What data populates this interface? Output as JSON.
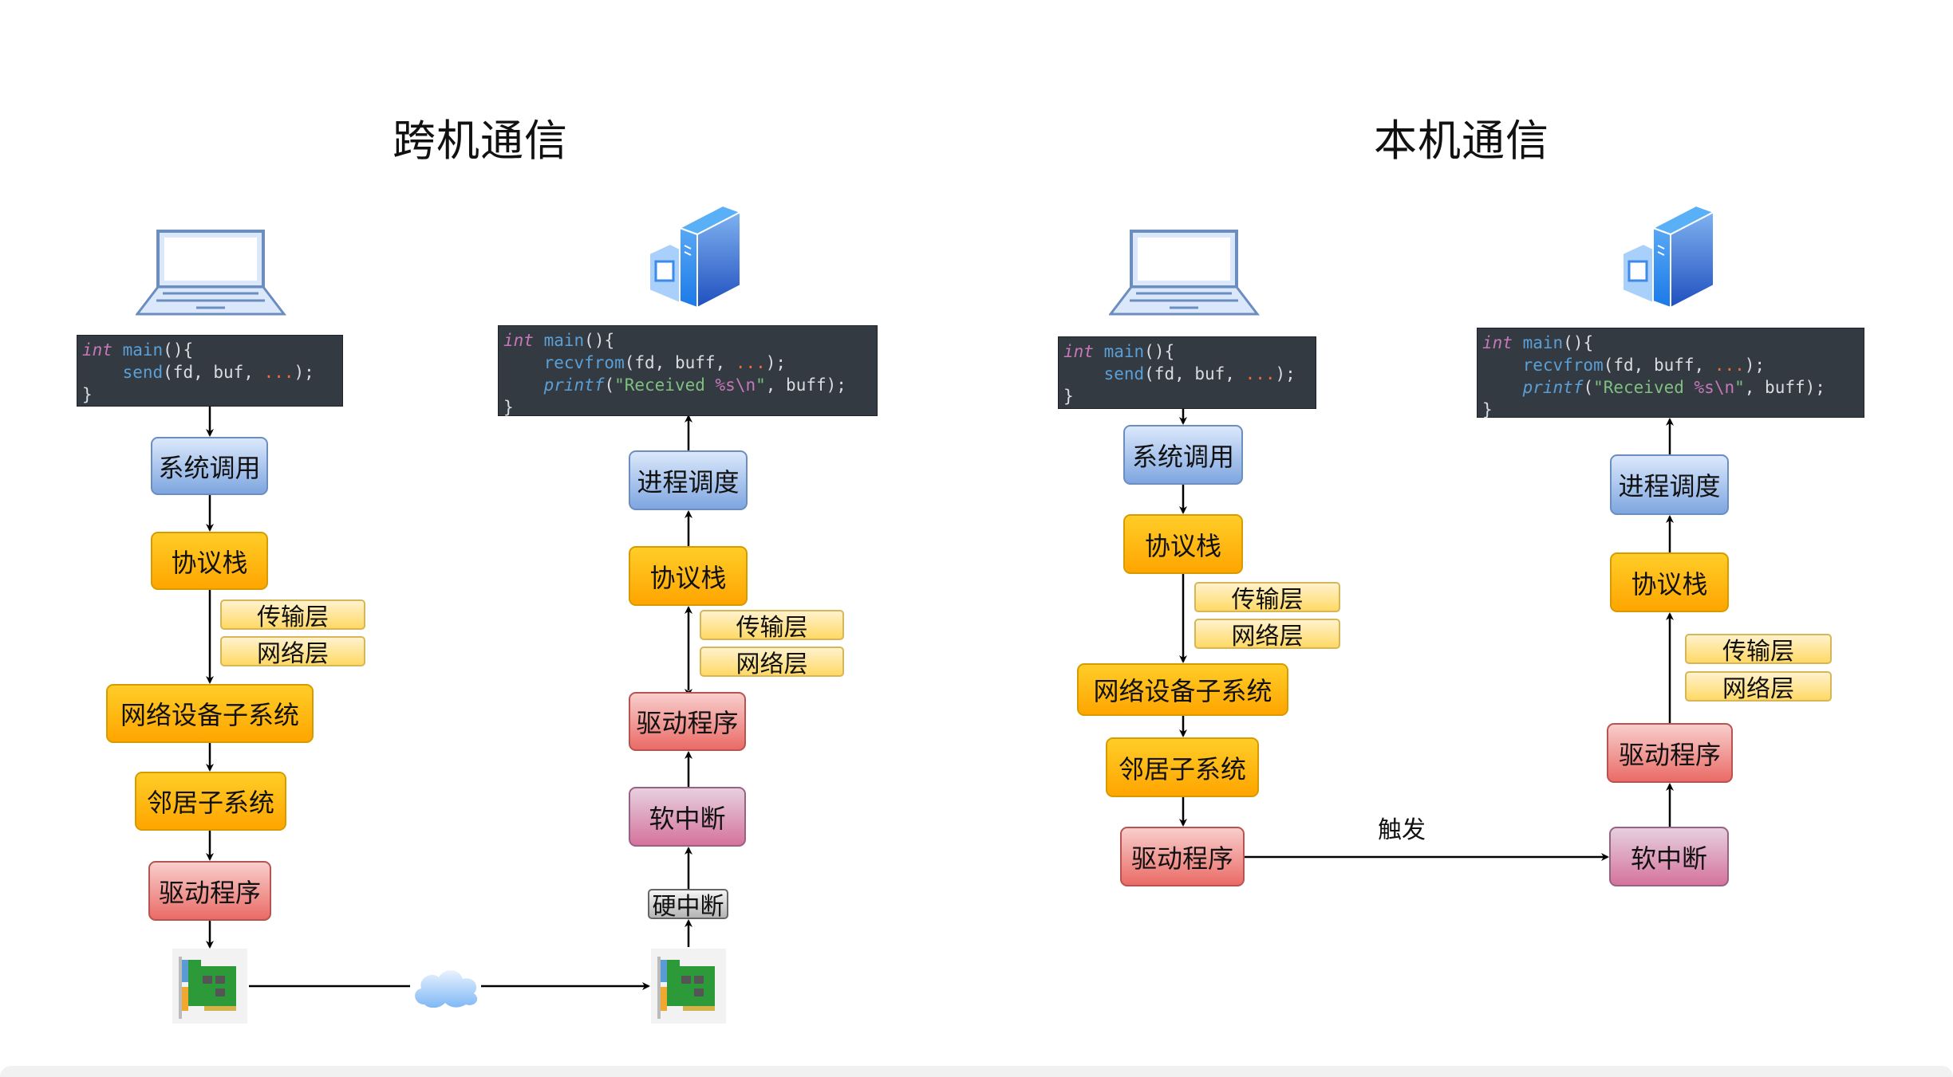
{
  "titles": {
    "cross_machine": "跨机通信",
    "local_machine": "本机通信"
  },
  "code": {
    "send": {
      "line1_kw": "int",
      "line1_fn": "main",
      "line1_rest": "(){",
      "line2_fn": "send",
      "line2_args": "(fd, buf, ",
      "line2_dots": "...",
      "line2_end": ");",
      "line3": "}"
    },
    "recv": {
      "line1_kw": "int",
      "line1_fn": "main",
      "line1_rest": "(){",
      "line2_fn": "recvfrom",
      "line2_args": "(fd, buff, ",
      "line2_dots": "...",
      "line2_end": ");",
      "line3_fn": "printf",
      "line3_open": "(",
      "line3_str1": "\"Received ",
      "line3_fmt": "%s\\n",
      "line3_str2": "\"",
      "line3_end": ", buff);",
      "line4": "}"
    }
  },
  "cross": {
    "sender": [
      "系统调用",
      "协议栈",
      "网络设备子系统",
      "邻居子系统",
      "驱动程序"
    ],
    "sender_layers": [
      "传输层",
      "网络层"
    ],
    "receiver": [
      "进程调度",
      "协议栈",
      "驱动程序",
      "软中断",
      "硬中断"
    ],
    "receiver_layers": [
      "传输层",
      "网络层"
    ]
  },
  "local": {
    "sender": [
      "系统调用",
      "协议栈",
      "网络设备子系统",
      "邻居子系统",
      "驱动程序"
    ],
    "sender_layers": [
      "传输层",
      "网络层"
    ],
    "receiver": [
      "进程调度",
      "协议栈",
      "驱动程序",
      "软中断"
    ],
    "receiver_layers": [
      "传输层",
      "网络层"
    ],
    "trigger_label": "触发"
  },
  "icons": {
    "laptop": "laptop-icon",
    "server": "server-icon",
    "nic": "network-card-icon",
    "cloud": "cloud-icon"
  }
}
